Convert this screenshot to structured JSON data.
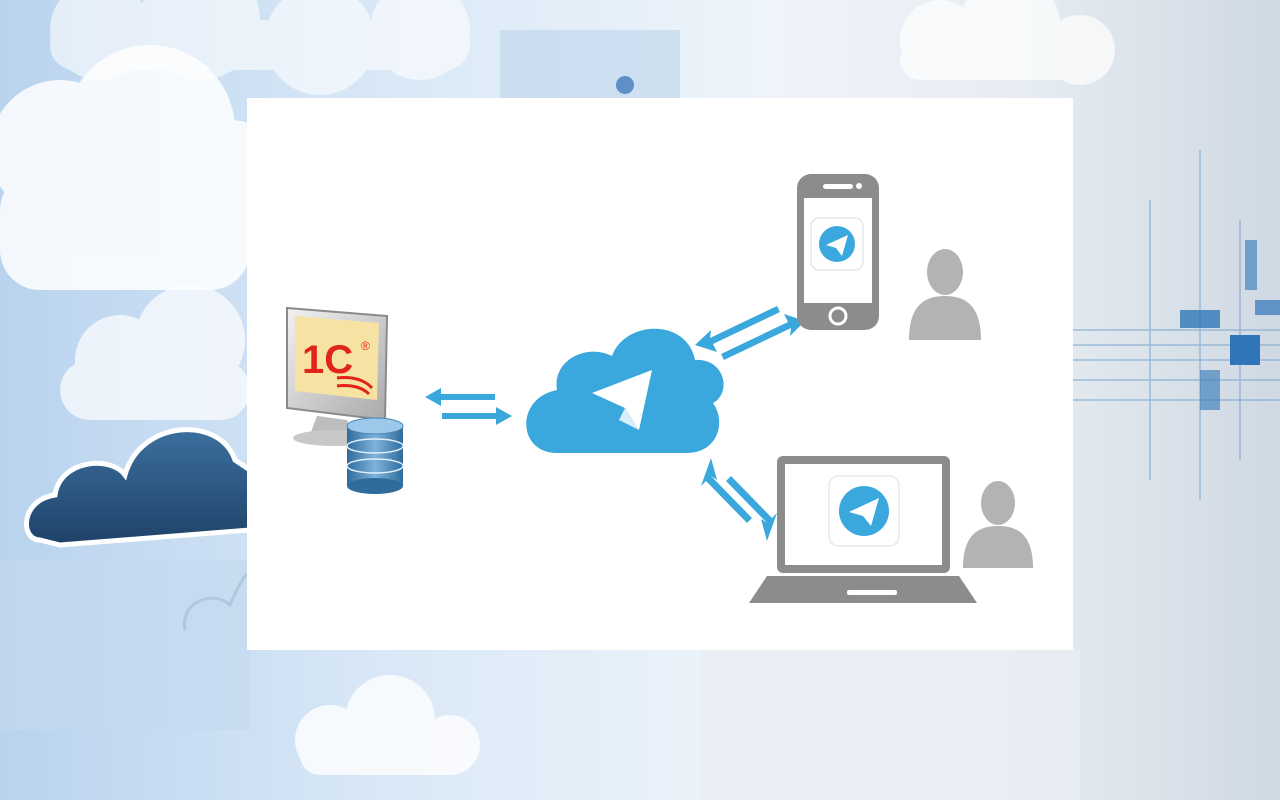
{
  "logo_1c": {
    "text": "1С",
    "mark": "®"
  },
  "colors": {
    "telegram_blue": "#3aa8dc",
    "device_gray": "#8c8c8c",
    "user_gray": "#b3b3b3",
    "arrow_blue": "#3aa8dc",
    "monitor_screen": "#f6e3a3",
    "logo_red": "#e2231a",
    "database_blue": "#4a86b4"
  },
  "nodes": [
    {
      "id": "1c-server",
      "icon": "monitor-with-database-icon"
    },
    {
      "id": "telegram-cloud",
      "icon": "telegram-cloud-icon"
    },
    {
      "id": "smartphone",
      "icon": "smartphone-telegram-icon"
    },
    {
      "id": "laptop",
      "icon": "laptop-telegram-icon"
    },
    {
      "id": "phone-user",
      "icon": "user-icon"
    },
    {
      "id": "laptop-user",
      "icon": "user-icon"
    }
  ],
  "edges": [
    {
      "from": "1c-server",
      "to": "telegram-cloud",
      "direction": "bidirectional"
    },
    {
      "from": "telegram-cloud",
      "to": "smartphone",
      "direction": "bidirectional"
    },
    {
      "from": "telegram-cloud",
      "to": "laptop",
      "direction": "bidirectional"
    }
  ]
}
